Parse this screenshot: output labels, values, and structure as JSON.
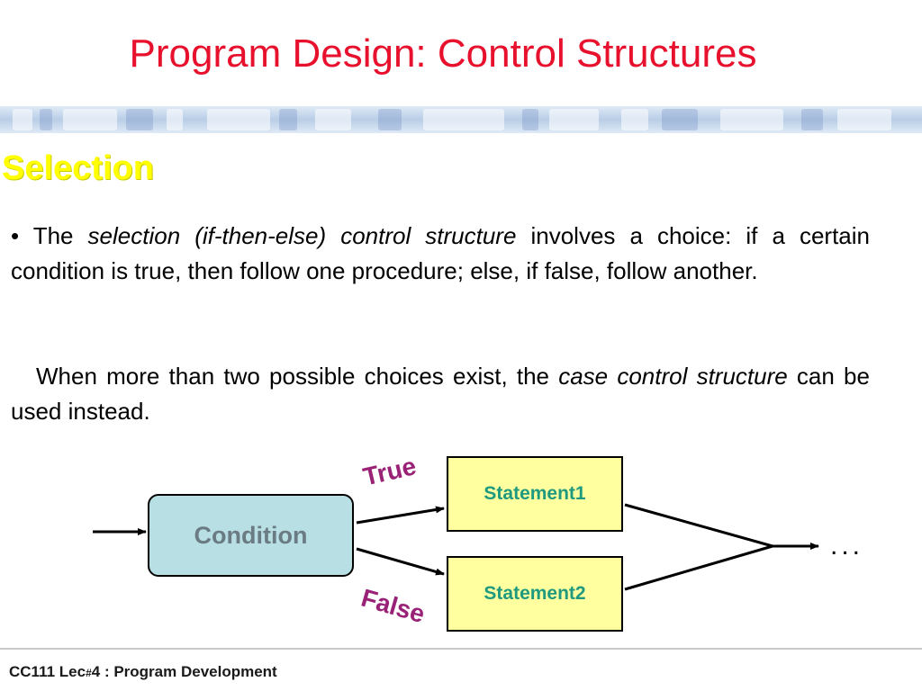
{
  "slide": {
    "title": "Program Design: Control Structures",
    "section": "Selection"
  },
  "body": {
    "p1": {
      "bullet": "•",
      "before": " The ",
      "italic": "selection (if-then-else) control structure",
      "after": " involves a choice: if a certain condition is true, then follow one procedure; else, if false, follow another."
    },
    "p2": {
      "before": "When more than two possible choices exist, the ",
      "italic": "case control structure",
      "after": " can be used instead."
    }
  },
  "diagram": {
    "condition": "Condition",
    "statement1": "Statement1",
    "statement2": "Statement2",
    "true_label": "True",
    "false_label": "False",
    "continuation": "..."
  },
  "footer": {
    "prefix": "CC111 Lec",
    "number_sign": "#",
    "number": "4",
    "rest": " : Program Development"
  },
  "colors": {
    "title": "#e8112d",
    "section": "#ffff00",
    "condition_fill": "#b8dfe3",
    "statement_fill": "#ffff9f",
    "statement_text": "#1f9a7f",
    "branch_label": "#992277"
  }
}
